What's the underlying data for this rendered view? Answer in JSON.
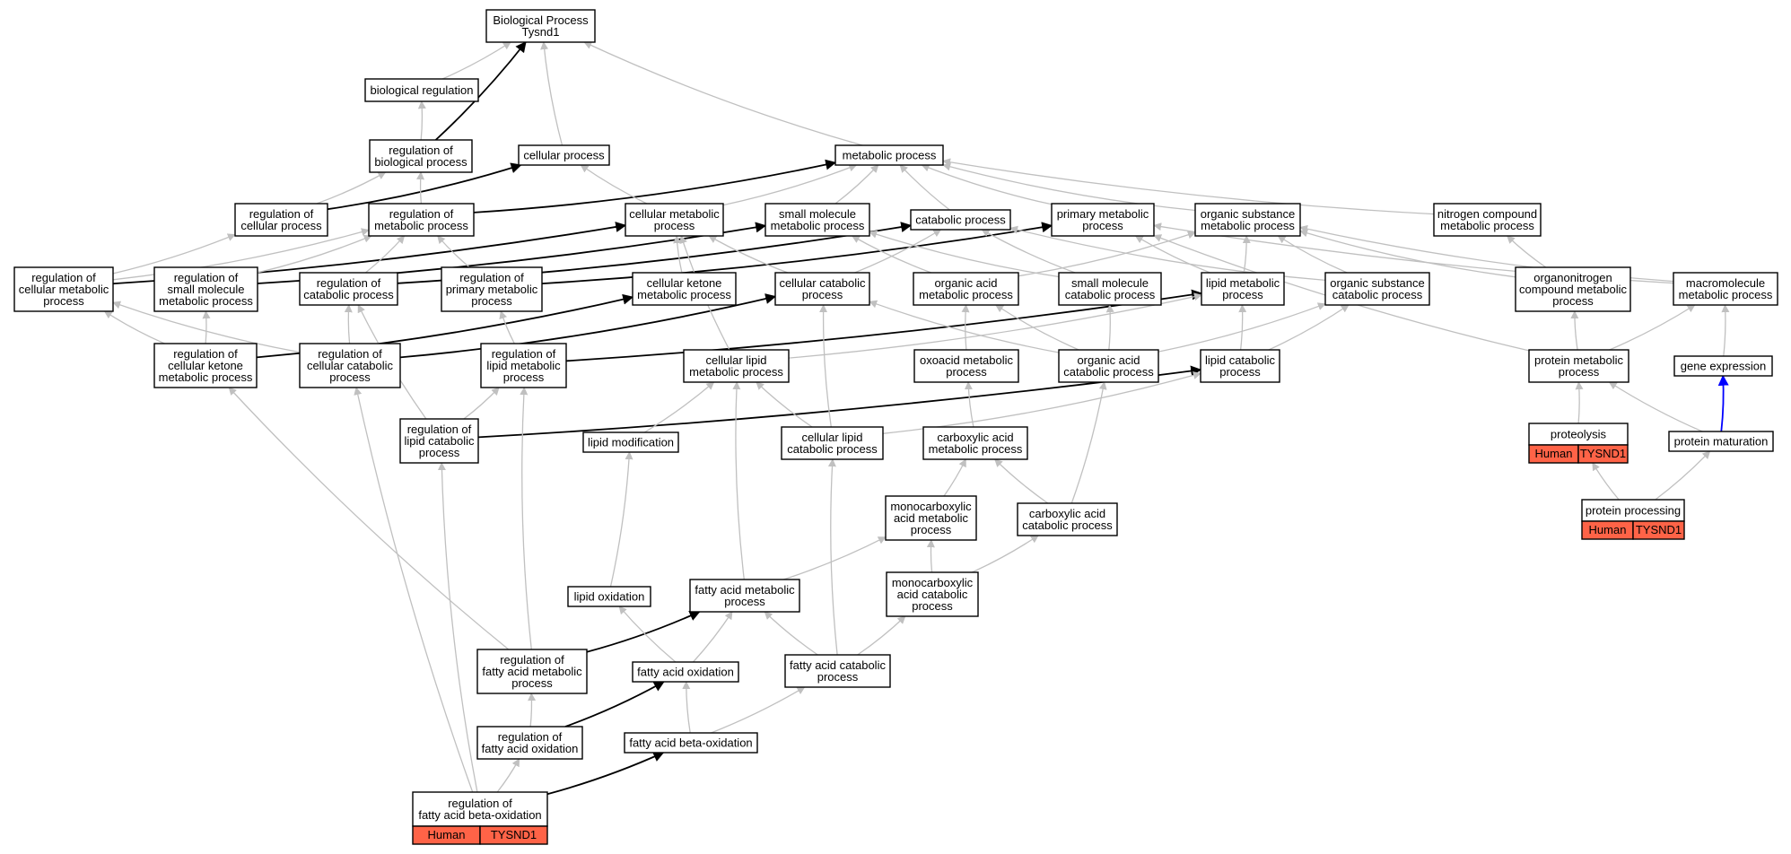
{
  "colors": {
    "edge_gray": "#c0c0c0",
    "edge_black": "#000000",
    "edge_blue": "#0000ff",
    "tag_fill": "#ff6347",
    "node_fill": "#ffffff"
  },
  "nodes": [
    {
      "id": "bp",
      "lines": [
        "Biological Process",
        "Tysnd1"
      ]
    },
    {
      "id": "bioreg",
      "lines": [
        "biological regulation"
      ]
    },
    {
      "id": "regbio",
      "lines": [
        "regulation of",
        "biological process"
      ]
    },
    {
      "id": "cellproc",
      "lines": [
        "cellular process"
      ]
    },
    {
      "id": "metab",
      "lines": [
        "metabolic process"
      ]
    },
    {
      "id": "regcell",
      "lines": [
        "regulation of",
        "cellular process"
      ]
    },
    {
      "id": "regmet",
      "lines": [
        "regulation of",
        "metabolic process"
      ]
    },
    {
      "id": "cellmet",
      "lines": [
        "cellular metabolic",
        "process"
      ]
    },
    {
      "id": "smallmol",
      "lines": [
        "small molecule",
        "metabolic process"
      ]
    },
    {
      "id": "catab",
      "lines": [
        "catabolic process"
      ]
    },
    {
      "id": "primmet",
      "lines": [
        "primary metabolic",
        "process"
      ]
    },
    {
      "id": "orgsubmet",
      "lines": [
        "organic substance",
        "metabolic process"
      ]
    },
    {
      "id": "nitro",
      "lines": [
        "nitrogen compound",
        "metabolic process"
      ]
    },
    {
      "id": "regcellmet",
      "lines": [
        "regulation of",
        "cellular metabolic",
        "process"
      ]
    },
    {
      "id": "regsmallmol",
      "lines": [
        "regulation of",
        "small molecule",
        "metabolic process"
      ]
    },
    {
      "id": "regcatab",
      "lines": [
        "regulation of",
        "catabolic process"
      ]
    },
    {
      "id": "regprim",
      "lines": [
        "regulation of",
        "primary metabolic",
        "process"
      ]
    },
    {
      "id": "cellket",
      "lines": [
        "cellular ketone",
        "metabolic process"
      ]
    },
    {
      "id": "cellcat",
      "lines": [
        "cellular catabolic",
        "process"
      ]
    },
    {
      "id": "orgacidmet",
      "lines": [
        "organic acid",
        "metabolic process"
      ]
    },
    {
      "id": "smallmolcat",
      "lines": [
        "small molecule",
        "catabolic process"
      ]
    },
    {
      "id": "lipidmet",
      "lines": [
        "lipid metabolic",
        "process"
      ]
    },
    {
      "id": "orgsubcat",
      "lines": [
        "organic substance",
        "catabolic process"
      ]
    },
    {
      "id": "organonitro",
      "lines": [
        "organonitrogen",
        "compound metabolic",
        "process"
      ]
    },
    {
      "id": "macromol",
      "lines": [
        "macromolecule",
        "metabolic process"
      ]
    },
    {
      "id": "regcellket",
      "lines": [
        "regulation of",
        "cellular ketone",
        "metabolic process"
      ]
    },
    {
      "id": "regcellcat",
      "lines": [
        "regulation of",
        "cellular catabolic",
        "process"
      ]
    },
    {
      "id": "reglipmet",
      "lines": [
        "regulation of",
        "lipid metabolic",
        "process"
      ]
    },
    {
      "id": "celllipmet",
      "lines": [
        "cellular lipid",
        "metabolic process"
      ]
    },
    {
      "id": "oxoacid",
      "lines": [
        "oxoacid metabolic",
        "process"
      ]
    },
    {
      "id": "orgacidcat",
      "lines": [
        "organic acid",
        "catabolic process"
      ]
    },
    {
      "id": "lipcat",
      "lines": [
        "lipid catabolic",
        "process"
      ]
    },
    {
      "id": "protmet",
      "lines": [
        "protein metabolic",
        "process"
      ]
    },
    {
      "id": "geneexp",
      "lines": [
        "gene expression"
      ]
    },
    {
      "id": "reglipcat",
      "lines": [
        "regulation of",
        "lipid catabolic",
        "process"
      ]
    },
    {
      "id": "lipmod",
      "lines": [
        "lipid modification"
      ]
    },
    {
      "id": "celllipcat",
      "lines": [
        "cellular lipid",
        "catabolic process"
      ]
    },
    {
      "id": "carbmet",
      "lines": [
        "carboxylic acid",
        "metabolic process"
      ]
    },
    {
      "id": "proteolysis",
      "lines": [
        "proteolysis"
      ],
      "tag": [
        "Human",
        "TYSND1"
      ]
    },
    {
      "id": "protmat",
      "lines": [
        "protein maturation"
      ]
    },
    {
      "id": "monometa",
      "lines": [
        "monocarboxylic",
        "acid metabolic",
        "process"
      ]
    },
    {
      "id": "carbcat",
      "lines": [
        "carboxylic acid",
        "catabolic process"
      ]
    },
    {
      "id": "protproc",
      "lines": [
        "protein processing"
      ],
      "tag": [
        "Human",
        "TYSND1"
      ]
    },
    {
      "id": "lipox",
      "lines": [
        "lipid oxidation"
      ]
    },
    {
      "id": "famet",
      "lines": [
        "fatty acid metabolic",
        "process"
      ]
    },
    {
      "id": "monocat",
      "lines": [
        "monocarboxylic",
        "acid catabolic",
        "process"
      ]
    },
    {
      "id": "regfamet",
      "lines": [
        "regulation of",
        "fatty acid metabolic",
        "process"
      ]
    },
    {
      "id": "faox",
      "lines": [
        "fatty acid oxidation"
      ]
    },
    {
      "id": "facat",
      "lines": [
        "fatty acid catabolic",
        "process"
      ]
    },
    {
      "id": "regfaox",
      "lines": [
        "regulation of",
        "fatty acid oxidation"
      ]
    },
    {
      "id": "fabeta",
      "lines": [
        "fatty acid beta-oxidation"
      ]
    },
    {
      "id": "regfabeta",
      "lines": [
        "regulation of",
        "fatty acid beta-oxidation"
      ],
      "tag": [
        "Human",
        "TYSND1"
      ]
    }
  ],
  "edges": [
    {
      "from": "bioreg",
      "to": "bp",
      "kind": "gray"
    },
    {
      "from": "regbio",
      "to": "bioreg",
      "kind": "gray"
    },
    {
      "from": "regbio",
      "to": "bp",
      "kind": "black"
    },
    {
      "from": "cellproc",
      "to": "bp",
      "kind": "gray"
    },
    {
      "from": "metab",
      "to": "bp",
      "kind": "gray"
    },
    {
      "from": "regcell",
      "to": "regbio",
      "kind": "gray"
    },
    {
      "from": "regcell",
      "to": "cellproc",
      "kind": "black"
    },
    {
      "from": "regmet",
      "to": "regbio",
      "kind": "gray"
    },
    {
      "from": "regmet",
      "to": "metab",
      "kind": "black"
    },
    {
      "from": "cellmet",
      "to": "cellproc",
      "kind": "gray"
    },
    {
      "from": "cellmet",
      "to": "metab",
      "kind": "gray"
    },
    {
      "from": "smallmol",
      "to": "metab",
      "kind": "gray"
    },
    {
      "from": "catab",
      "to": "metab",
      "kind": "gray"
    },
    {
      "from": "primmet",
      "to": "metab",
      "kind": "gray"
    },
    {
      "from": "orgsubmet",
      "to": "metab",
      "kind": "gray"
    },
    {
      "from": "nitro",
      "to": "metab",
      "kind": "gray"
    },
    {
      "from": "regcellmet",
      "to": "regcell",
      "kind": "gray"
    },
    {
      "from": "regcellmet",
      "to": "regmet",
      "kind": "gray"
    },
    {
      "from": "regcellmet",
      "to": "cellmet",
      "kind": "black"
    },
    {
      "from": "regsmallmol",
      "to": "regmet",
      "kind": "gray"
    },
    {
      "from": "regsmallmol",
      "to": "smallmol",
      "kind": "black"
    },
    {
      "from": "regcatab",
      "to": "regmet",
      "kind": "gray"
    },
    {
      "from": "regcatab",
      "to": "catab",
      "kind": "black"
    },
    {
      "from": "regprim",
      "to": "regmet",
      "kind": "gray"
    },
    {
      "from": "regprim",
      "to": "primmet",
      "kind": "black"
    },
    {
      "from": "cellket",
      "to": "cellmet",
      "kind": "gray"
    },
    {
      "from": "cellcat",
      "to": "cellmet",
      "kind": "gray"
    },
    {
      "from": "cellcat",
      "to": "catab",
      "kind": "gray"
    },
    {
      "from": "orgacidmet",
      "to": "smallmol",
      "kind": "gray"
    },
    {
      "from": "orgacidmet",
      "to": "orgsubmet",
      "kind": "gray"
    },
    {
      "from": "smallmolcat",
      "to": "smallmol",
      "kind": "gray"
    },
    {
      "from": "smallmolcat",
      "to": "catab",
      "kind": "gray"
    },
    {
      "from": "lipidmet",
      "to": "primmet",
      "kind": "gray"
    },
    {
      "from": "lipidmet",
      "to": "orgsubmet",
      "kind": "gray"
    },
    {
      "from": "orgsubcat",
      "to": "orgsubmet",
      "kind": "gray"
    },
    {
      "from": "orgsubcat",
      "to": "catab",
      "kind": "gray"
    },
    {
      "from": "organonitro",
      "to": "nitro",
      "kind": "gray"
    },
    {
      "from": "organonitro",
      "to": "orgsubmet",
      "kind": "gray"
    },
    {
      "from": "macromol",
      "to": "primmet",
      "kind": "gray"
    },
    {
      "from": "macromol",
      "to": "orgsubmet",
      "kind": "gray"
    },
    {
      "from": "regcellket",
      "to": "regcellmet",
      "kind": "gray"
    },
    {
      "from": "regcellket",
      "to": "regsmallmol",
      "kind": "gray"
    },
    {
      "from": "regcellket",
      "to": "cellket",
      "kind": "black"
    },
    {
      "from": "regcellcat",
      "to": "regcellmet",
      "kind": "gray"
    },
    {
      "from": "regcellcat",
      "to": "regcatab",
      "kind": "gray"
    },
    {
      "from": "regcellcat",
      "to": "cellcat",
      "kind": "black"
    },
    {
      "from": "reglipmet",
      "to": "regprim",
      "kind": "gray"
    },
    {
      "from": "reglipmet",
      "to": "lipidmet",
      "kind": "black"
    },
    {
      "from": "celllipmet",
      "to": "cellmet",
      "kind": "gray"
    },
    {
      "from": "celllipmet",
      "to": "lipidmet",
      "kind": "gray"
    },
    {
      "from": "oxoacid",
      "to": "orgacidmet",
      "kind": "gray"
    },
    {
      "from": "orgacidcat",
      "to": "orgacidmet",
      "kind": "gray"
    },
    {
      "from": "orgacidcat",
      "to": "smallmolcat",
      "kind": "gray"
    },
    {
      "from": "orgacidcat",
      "to": "orgsubcat",
      "kind": "gray"
    },
    {
      "from": "orgacidcat",
      "to": "cellcat",
      "kind": "gray"
    },
    {
      "from": "lipcat",
      "to": "lipidmet",
      "kind": "gray"
    },
    {
      "from": "lipcat",
      "to": "orgsubcat",
      "kind": "gray"
    },
    {
      "from": "protmet",
      "to": "organonitro",
      "kind": "gray"
    },
    {
      "from": "protmet",
      "to": "macromol",
      "kind": "gray"
    },
    {
      "from": "protmet",
      "to": "primmet",
      "kind": "gray"
    },
    {
      "from": "geneexp",
      "to": "macromol",
      "kind": "gray"
    },
    {
      "from": "reglipcat",
      "to": "reglipmet",
      "kind": "gray"
    },
    {
      "from": "reglipcat",
      "to": "regcatab",
      "kind": "gray"
    },
    {
      "from": "reglipcat",
      "to": "lipcat",
      "kind": "black"
    },
    {
      "from": "lipmod",
      "to": "celllipmet",
      "kind": "gray"
    },
    {
      "from": "celllipcat",
      "to": "celllipmet",
      "kind": "gray"
    },
    {
      "from": "celllipcat",
      "to": "cellcat",
      "kind": "gray"
    },
    {
      "from": "celllipcat",
      "to": "lipcat",
      "kind": "gray"
    },
    {
      "from": "carbmet",
      "to": "oxoacid",
      "kind": "gray"
    },
    {
      "from": "proteolysis",
      "to": "protmet",
      "kind": "gray"
    },
    {
      "from": "protmat",
      "to": "protmet",
      "kind": "gray"
    },
    {
      "from": "protmat",
      "to": "geneexp",
      "kind": "blue"
    },
    {
      "from": "monometa",
      "to": "carbmet",
      "kind": "gray"
    },
    {
      "from": "carbcat",
      "to": "carbmet",
      "kind": "gray"
    },
    {
      "from": "carbcat",
      "to": "orgacidcat",
      "kind": "gray"
    },
    {
      "from": "protproc",
      "to": "proteolysis",
      "kind": "gray"
    },
    {
      "from": "protproc",
      "to": "protmat",
      "kind": "gray"
    },
    {
      "from": "lipox",
      "to": "lipmod",
      "kind": "gray"
    },
    {
      "from": "famet",
      "to": "monometa",
      "kind": "gray"
    },
    {
      "from": "famet",
      "to": "celllipmet",
      "kind": "gray"
    },
    {
      "from": "monocat",
      "to": "monometa",
      "kind": "gray"
    },
    {
      "from": "monocat",
      "to": "carbcat",
      "kind": "gray"
    },
    {
      "from": "regfamet",
      "to": "famet",
      "kind": "black"
    },
    {
      "from": "regfamet",
      "to": "reglipmet",
      "kind": "gray"
    },
    {
      "from": "regfamet",
      "to": "regcellket",
      "kind": "gray"
    },
    {
      "from": "faox",
      "to": "famet",
      "kind": "gray"
    },
    {
      "from": "faox",
      "to": "lipox",
      "kind": "gray"
    },
    {
      "from": "facat",
      "to": "famet",
      "kind": "gray"
    },
    {
      "from": "facat",
      "to": "monocat",
      "kind": "gray"
    },
    {
      "from": "facat",
      "to": "celllipcat",
      "kind": "gray"
    },
    {
      "from": "regfaox",
      "to": "regfamet",
      "kind": "gray"
    },
    {
      "from": "regfaox",
      "to": "faox",
      "kind": "black"
    },
    {
      "from": "fabeta",
      "to": "faox",
      "kind": "gray"
    },
    {
      "from": "fabeta",
      "to": "facat",
      "kind": "gray"
    },
    {
      "from": "regfabeta",
      "to": "regfaox",
      "kind": "gray"
    },
    {
      "from": "regfabeta",
      "to": "fabeta",
      "kind": "black"
    },
    {
      "from": "regfabeta",
      "to": "reglipcat",
      "kind": "gray"
    },
    {
      "from": "regfabeta",
      "to": "regcellcat",
      "kind": "gray"
    }
  ]
}
